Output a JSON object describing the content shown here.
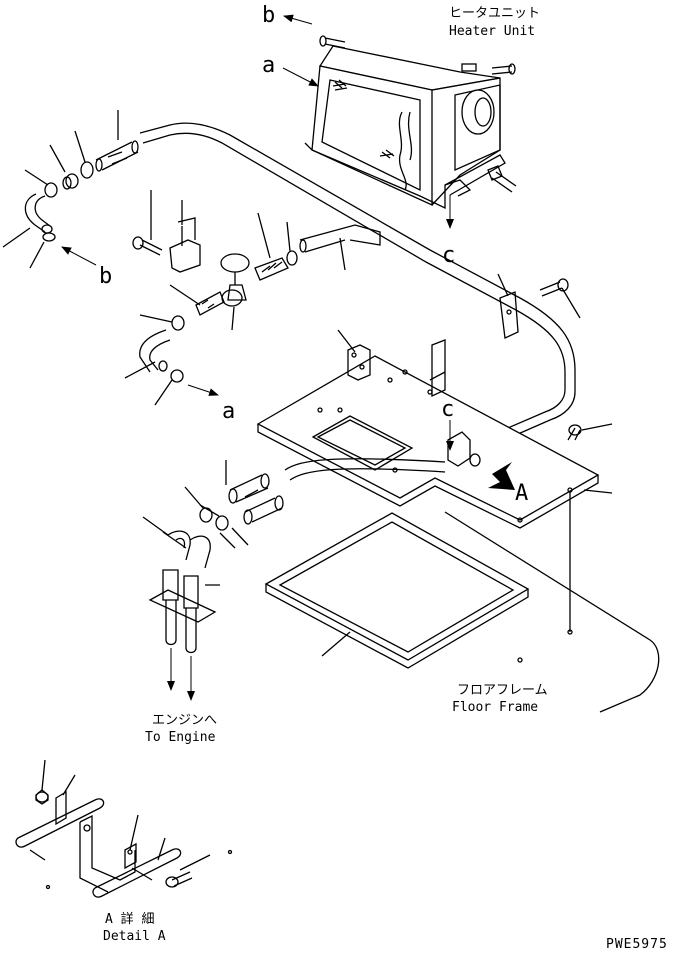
{
  "labels": {
    "heater_unit_jp": "ヒータユニット",
    "heater_unit_en": "Heater Unit",
    "floor_frame_jp": "フロアフレーム",
    "floor_frame_en": "Floor Frame",
    "to_engine_jp": "エンジンへ",
    "to_engine_en": "To Engine",
    "detail_a_jp": "A 詳 細",
    "detail_a_en": "Detail A",
    "drawing_code": "PWE5975"
  },
  "callouts": {
    "a": "a",
    "b": "b",
    "c": "c",
    "big_a": "A"
  }
}
